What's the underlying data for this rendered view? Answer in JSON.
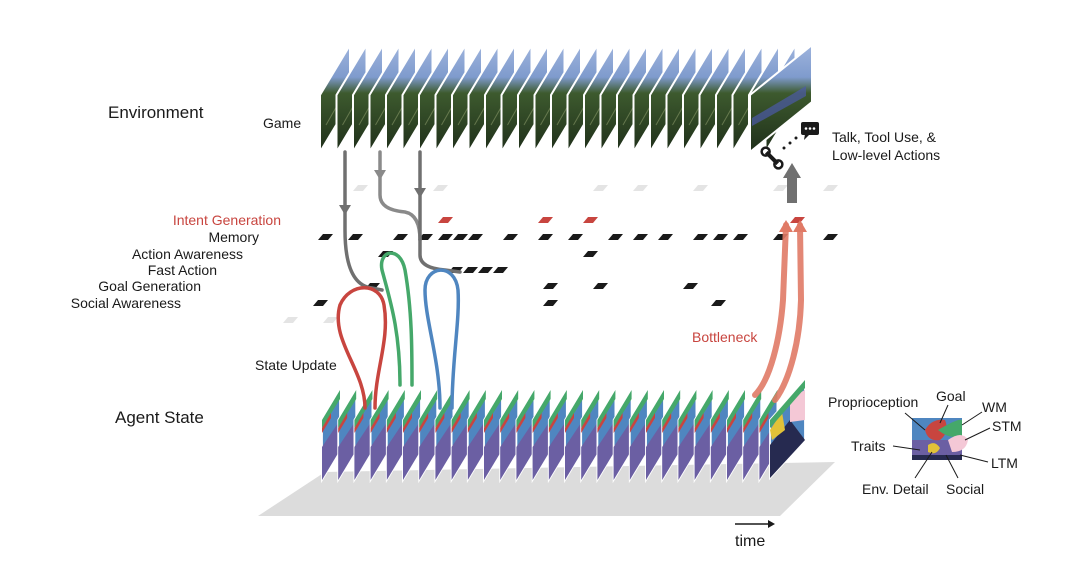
{
  "sections": {
    "environment": "Environment",
    "agent_state": "Agent State"
  },
  "labels": {
    "game": "Game",
    "actions_line1": "Talk, Tool Use, &",
    "actions_line2": "Low-level Actions",
    "state_update": "State Update",
    "bottleneck": "Bottleneck",
    "time": "time"
  },
  "modules": [
    {
      "name": "Intent Generation",
      "color": "#c8453f"
    },
    {
      "name": "Memory",
      "color": "#1a1a1a"
    },
    {
      "name": "Action Awareness",
      "color": "#1a1a1a"
    },
    {
      "name": "Fast Action",
      "color": "#1a1a1a"
    },
    {
      "name": "Goal Generation",
      "color": "#1a1a1a"
    },
    {
      "name": "Social Awareness",
      "color": "#1a1a1a"
    }
  ],
  "state_components": [
    "Proprioception",
    "Goal",
    "WM",
    "STM",
    "Traits",
    "LTM",
    "Env. Detail",
    "Social"
  ],
  "colors": {
    "intent": "#c8453f",
    "state_blue": "#4f86c0",
    "state_purple": "#6b5fa3",
    "state_green": "#45a86a",
    "state_red": "#c8453f",
    "arrow_gray": "#707070",
    "arrow_green": "#45a86a",
    "arrow_blue": "#4f86c0",
    "bottleneck": "#e07a66",
    "floor": "#dcdcdc"
  }
}
